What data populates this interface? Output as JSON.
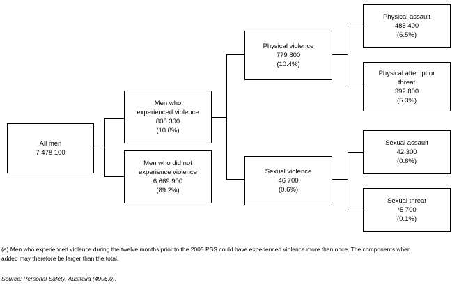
{
  "chart_data": {
    "type": "diagram",
    "subtype": "flow-tree",
    "title": "",
    "orientation": "left-to-right",
    "nodes": [
      {
        "id": "all-men",
        "lines": [
          "All men",
          "7 478 100"
        ],
        "label": "All men",
        "value": "7 478 100",
        "percent": "",
        "level": 0
      },
      {
        "id": "men-experienced-violence",
        "lines": [
          "Men who",
          "experienced violence",
          "808 300",
          "(10.8%)"
        ],
        "label": "Men who experienced violence",
        "value": "808 300",
        "percent": "(10.8%)",
        "level": 1
      },
      {
        "id": "men-not-experienced-violence",
        "lines": [
          "Men who did not",
          "experience violence",
          "6 669 900",
          "(89.2%)"
        ],
        "label": "Men who did not experience violence",
        "value": "6 669 900",
        "percent": "(89.2%)",
        "level": 1
      },
      {
        "id": "physical-violence",
        "lines": [
          "Physical violence",
          "779 800",
          "(10.4%)"
        ],
        "label": "Physical violence",
        "value": "779 800",
        "percent": "(10.4%)",
        "level": 2
      },
      {
        "id": "sexual-violence",
        "lines": [
          "Sexual violence",
          "46 700",
          "(0.6%)"
        ],
        "label": "Sexual violence",
        "value": "46 700",
        "percent": "(0.6%)",
        "level": 2
      },
      {
        "id": "physical-assault",
        "lines": [
          "Physical assault",
          "485 400",
          "(6.5%)"
        ],
        "label": "Physical assault",
        "value": "485 400",
        "percent": "(6.5%)",
        "level": 3
      },
      {
        "id": "physical-attempt-or-threat",
        "lines": [
          "Physical attempt or",
          "threat",
          "392 800",
          "(5.3%)"
        ],
        "label": "Physical attempt or threat",
        "value": "392 800",
        "percent": "(5.3%)",
        "level": 3
      },
      {
        "id": "sexual-assault",
        "lines": [
          "Sexual assault",
          "42 300",
          "(0.6%)"
        ],
        "label": "Sexual assault",
        "value": "42 300",
        "percent": "(0.6%)",
        "level": 3
      },
      {
        "id": "sexual-threat",
        "lines": [
          "Sexual threat",
          "*5 700",
          "(0.1%)"
        ],
        "label": "Sexual threat",
        "value": "*5 700",
        "percent": "(0.1%)",
        "level": 3
      }
    ]
  },
  "boxes": {
    "all_men": {
      "l1": "All men",
      "l2": "7 478 100"
    },
    "men_experienced": {
      "l1": "Men who",
      "l2": "experienced violence",
      "l3": "808 300",
      "l4": "(10.8%)"
    },
    "men_not_experienced": {
      "l1": "Men who did not",
      "l2": "experience violence",
      "l3": "6 669 900",
      "l4": "(89.2%)"
    },
    "physical_violence": {
      "l1": "Physical violence",
      "l2": "779 800",
      "l3": "(10.4%)"
    },
    "sexual_violence": {
      "l1": "Sexual violence",
      "l2": "46 700",
      "l3": "(0.6%)"
    },
    "physical_assault": {
      "l1": "Physical assault",
      "l2": "485 400",
      "l3": "(6.5%)"
    },
    "physical_attempt": {
      "l1": "Physical attempt or",
      "l2": "threat",
      "l3": "392 800",
      "l4": "(5.3%)"
    },
    "sexual_assault": {
      "l1": "Sexual assault",
      "l2": "42 300",
      "l3": "(0.6%)"
    },
    "sexual_threat": {
      "l1": "Sexual threat",
      "l2": "*5 700",
      "l3": "(0.1%)"
    }
  },
  "footnotes": {
    "note_a_line1": "(a) Men who experienced violence during the twelve months prior to the 2005 PSS could have experienced violence more than once. The components when",
    "note_a_line2": "added may therefore be larger than the total.",
    "source": "Source: Personal Safety, Australia (4906.0)."
  },
  "colors": {
    "background": "#ffffff",
    "line": "#000000",
    "text": "#000000"
  }
}
